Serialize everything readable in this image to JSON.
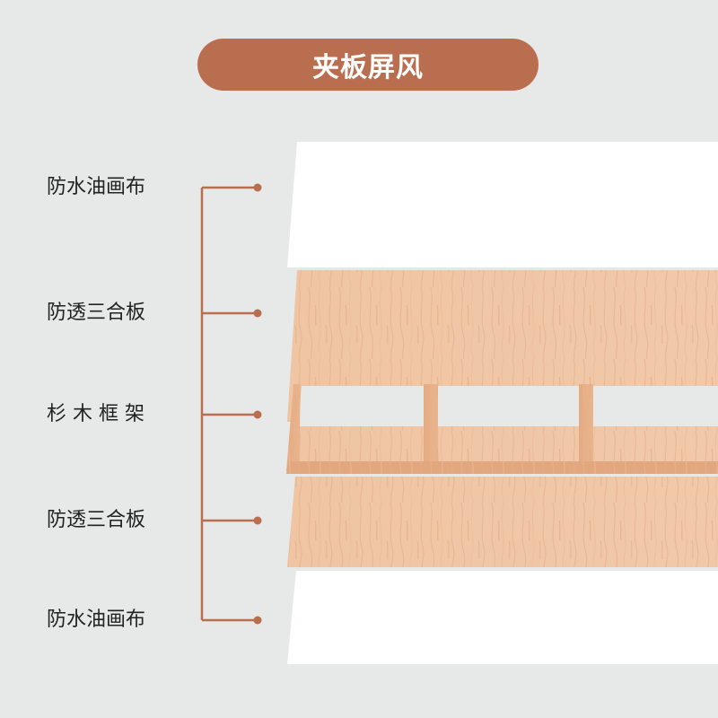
{
  "title": "夹板屏风",
  "layers": [
    "防水油画布",
    "防透三合板",
    "杉 木 框 架",
    "防透三合板",
    "防水油画布"
  ],
  "colors": {
    "background": "#e7e8e8",
    "accent": "#b96f4f",
    "canvas": "#ffffff",
    "plywood": "#efc5a3",
    "frame": "#e7b088"
  }
}
